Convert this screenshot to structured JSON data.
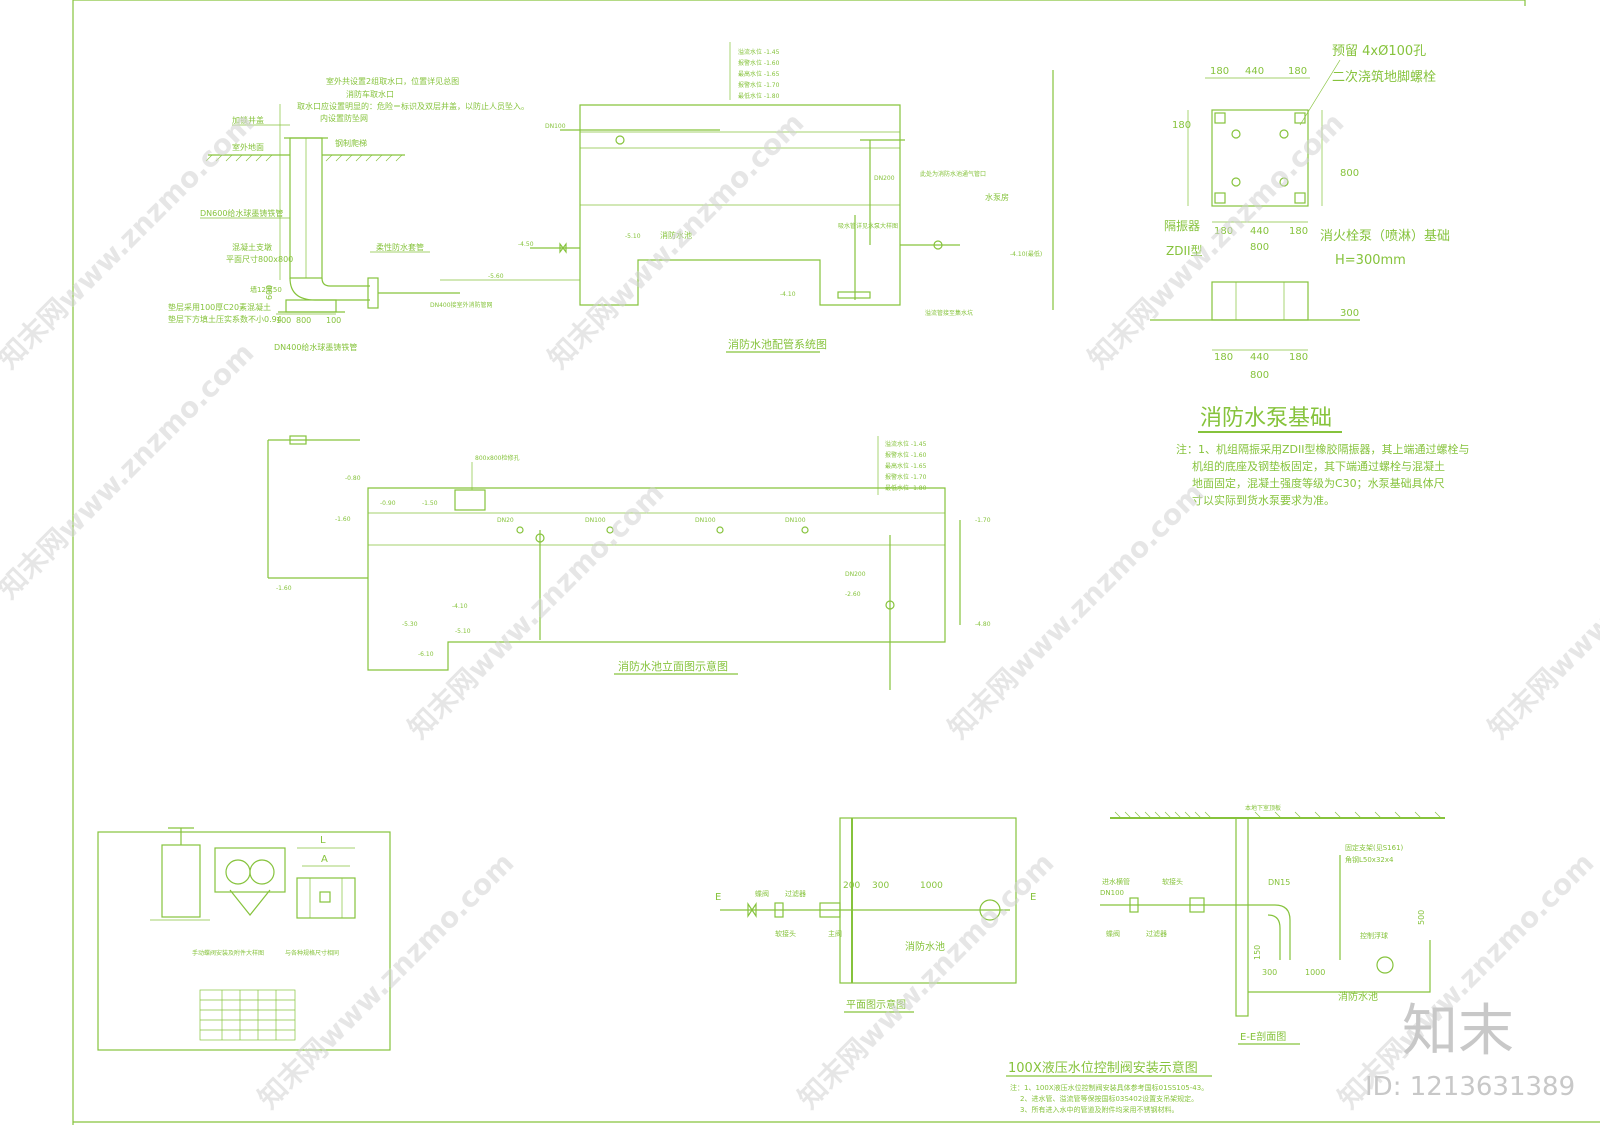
{
  "colors": {
    "line": "#86c33c",
    "watermark": "#d2d2d2",
    "background": "#ffffff"
  },
  "intake": {
    "top_note": "室外共设置2组取水口，位置详见总图",
    "top_note2": "消防车取水口",
    "note3": "取水口应设置明显的：危险＝标识及双层井盖，以防止人员坠入。",
    "note4": "内设置防坠网",
    "manhole_cover": "加锁井盖",
    "ground": "室外地面",
    "ladder": "钢制爬梯",
    "pipe600": "DN600给水球墨铸铁管",
    "support": "混凝土支墩",
    "support_size": "平面尺寸800x800",
    "flexible": "柔性防水套管",
    "base1": "垫层采用100厚C20素混凝土",
    "base2": "垫层下方填土压实系数不小0.94",
    "pipe400": "DN400给水球墨铸铁管",
    "dim_100a": "100",
    "dim_800": "800",
    "dim_100b": "100",
    "dim_600": "600",
    "wall_mark": "墙12厚50"
  },
  "piping": {
    "title": "消防水池配管系统图",
    "pool_label": "消防水池",
    "room_label": "水泵房",
    "dn100": "DN100",
    "dn200": "DN200",
    "lvl_4": "-4.50",
    "lvl_5": "-5.60",
    "lvl_510": "-5.10",
    "lvl_410": "-4.10",
    "lvl_410b": "-4.10(最低)",
    "legend": [
      "溢流水位 -1.45",
      "报警水位 -1.60",
      "最高水位 -1.65",
      "报警水位 -1.70",
      "最低水位 -1.80"
    ],
    "note_r": "此处为消防水池通气管口",
    "pipe_bottom": "DN400接室外消防管网",
    "pipe_note": "吸水管详见水泵大样图",
    "pipe_note2": "溢流管接至集水坑"
  },
  "pump_base": {
    "title": "消防水泵基础",
    "hole_note": "预留 4xØ100孔",
    "bolt_note": "二次浇筑地脚螺栓",
    "isolator": "隔振器",
    "isolator_type": "ZDII型",
    "base_name": "消火栓泵（喷淋）基础",
    "height": "H=300mm",
    "d180a": "180",
    "d440": "440",
    "d180b": "180",
    "d800": "800",
    "d300": "300",
    "note1": "注：1、机组隔振采用ZDII型橡胶隔振器，其上端通过螺栓与",
    "note2": "机组的底座及钢垫板固定，其下端通过螺栓与混凝土",
    "note3": "地面固定，混凝土强度等级为C30；水泵基础具体尺",
    "note4": "寸以实际到货水泵要求为准。"
  },
  "elevation": {
    "title": "消防水池立面图示意图",
    "lvl_080": "-0.80",
    "lvl_090": "-0.90",
    "lvl_150": "-1.50",
    "lvl_160": "-1.60",
    "lvl_170": "-1.70",
    "lvl_260": "-2.60",
    "lvl_410": "-4.10",
    "lvl_480": "-4.80",
    "lvl_510": "-5.10",
    "lvl_530": "-5.30",
    "lvl_610": "-6.10",
    "dn20": "DN20",
    "dn100a": "DN100",
    "dn100b": "DN100",
    "dn100c": "DN100",
    "dn200": "DN200",
    "manhole": "800x800检修孔",
    "legend": [
      "溢流水位 -1.45",
      "报警水位 -1.60",
      "最高水位 -1.65",
      "报警水位 -1.70",
      "最低水位 -1.80"
    ]
  },
  "valve_detail": {
    "table_title": "手动蝶阀安装及附件大样图",
    "table_note": "与各种规格尺寸相同",
    "dim_L": "L",
    "dim_A": "A"
  },
  "plan": {
    "title": "平面图示意图",
    "pool": "消防水池",
    "e_left": "E",
    "e_right": "E",
    "d200": "200",
    "d300": "300",
    "d1000": "1000",
    "valve": "蝶阀",
    "filter": "过滤器",
    "joint": "软接头",
    "main_valve": "主阀"
  },
  "section": {
    "title": "E-E剖面图",
    "pool": "消防水池",
    "top_label": "本地下室顶板",
    "dn100": "DN100",
    "dn15": "DN15",
    "bracket": "固定支架(见S161)",
    "bracket2": "角钢L50x32x4",
    "inlet": "进水横管",
    "valve": "蝶阀",
    "filter": "过滤器",
    "joint": "软接头",
    "control_valve": "控制浮球",
    "d300": "300",
    "d1000": "1000",
    "d500": "500",
    "d150": "150"
  },
  "caption": {
    "main": "100X液压水位控制阀安装示意图",
    "n1": "注：1、100X液压水位控制阀安装具体参考国标01SS105-43。",
    "n2": "2、进水管、溢流管等保按国标03S402设置支吊架规定。",
    "n3": "3、所有进入水中的管道及附件均采用不锈钢材料。"
  },
  "watermark": {
    "text": "知末网www.znzmo.com",
    "logo": "知末",
    "id": "ID: 1213631389"
  }
}
